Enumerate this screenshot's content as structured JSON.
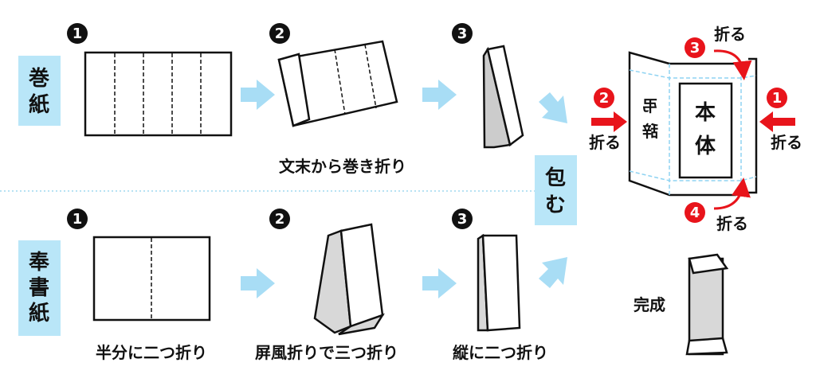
{
  "rows": {
    "makigami": {
      "label_chars": [
        "巻",
        "紙"
      ],
      "steps": [
        "1",
        "2",
        "3"
      ],
      "step2_caption": "文末から巻き折り"
    },
    "hoshoshi": {
      "label_chars": [
        "奉",
        "書",
        "紙"
      ],
      "steps": [
        "1",
        "2",
        "3"
      ],
      "captions": [
        "半分に二つ折り",
        "屏風折りで三つ折り",
        "縦に二つ折り"
      ]
    }
  },
  "wrap_label_chars": [
    "包",
    "む"
  ],
  "envelope": {
    "body_chars": [
      "本",
      "体"
    ],
    "flap_chars": [
      "弔",
      "辞"
    ],
    "folds": [
      {
        "num": "1",
        "label": "折る"
      },
      {
        "num": "2",
        "label": "折る"
      },
      {
        "num": "3",
        "label": "折る"
      },
      {
        "num": "4",
        "label": "折る"
      }
    ]
  },
  "done_label": "完成",
  "colors": {
    "accent_blue": "#b9e6f8",
    "arrow_blue": "#a8ddf5",
    "red": "#e8141b",
    "gray": "#d8d8d8"
  }
}
